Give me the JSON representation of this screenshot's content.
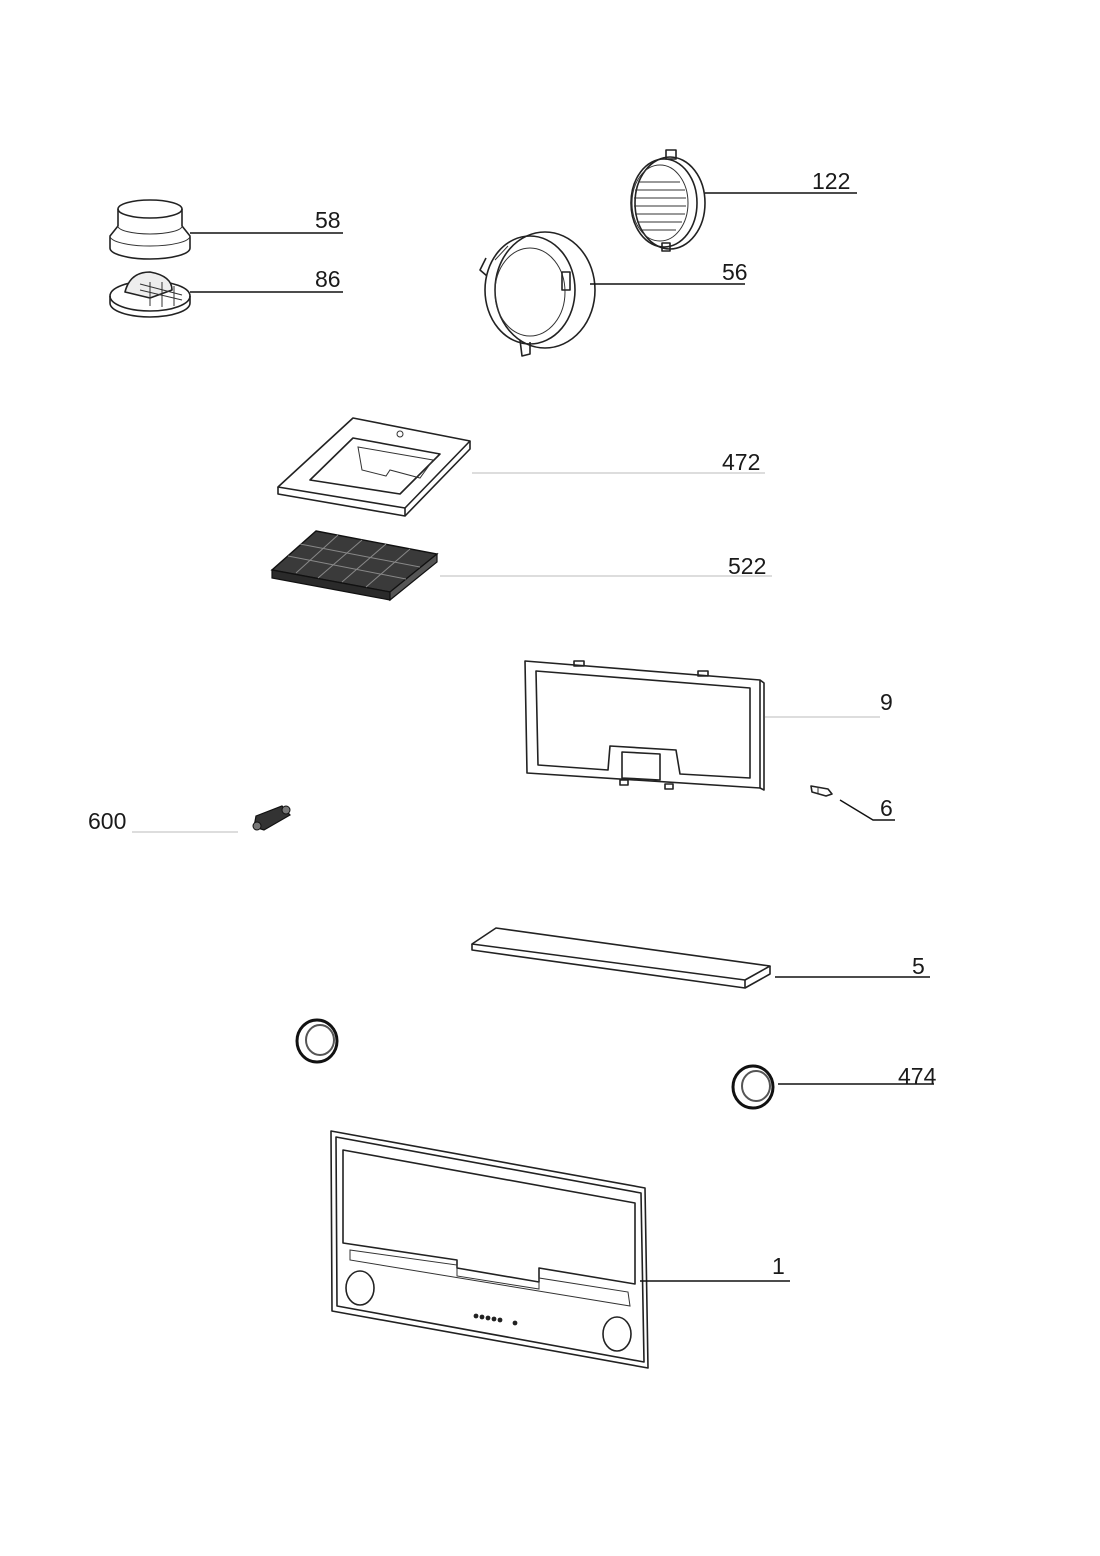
{
  "parts": [
    {
      "id": "p58",
      "number": "58",
      "icon": "duct-adapter-icon"
    },
    {
      "id": "p86",
      "number": "86",
      "icon": "backflow-flap-icon"
    },
    {
      "id": "p122",
      "number": "122",
      "icon": "vent-grille-icon"
    },
    {
      "id": "p56",
      "number": "56",
      "icon": "outlet-ring-icon"
    },
    {
      "id": "p472",
      "number": "472",
      "icon": "filter-frame-icon"
    },
    {
      "id": "p522",
      "number": "522",
      "icon": "carbon-filter-icon"
    },
    {
      "id": "p9",
      "number": "9",
      "icon": "grease-filter-icon"
    },
    {
      "id": "p6",
      "number": "6",
      "icon": "filter-clip-icon"
    },
    {
      "id": "p600",
      "number": "600",
      "icon": "lamp-holder-icon"
    },
    {
      "id": "p5",
      "number": "5",
      "icon": "glass-panel-icon"
    },
    {
      "id": "p474",
      "number": "474",
      "icon": "light-ring-icon"
    },
    {
      "id": "p1",
      "number": "1",
      "icon": "front-panel-icon"
    }
  ],
  "colors": {
    "stroke": "#222222",
    "leader": "#111111",
    "filter_fill": "#3a3a3a"
  }
}
